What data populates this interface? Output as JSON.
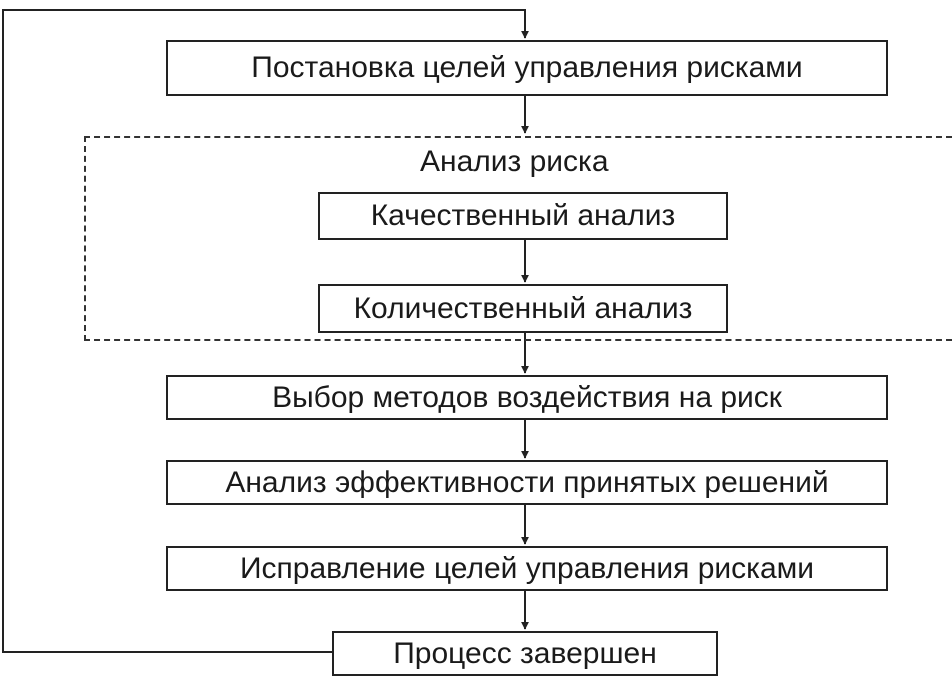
{
  "diagram": {
    "steps": [
      "Постановка целей управления рисками",
      "Выбор методов воздействия на риск",
      "Анализ эффективности принятых решений",
      "Исправление целей управления рисками",
      "Процесс завершен"
    ],
    "risk_analysis": {
      "title": "Анализ риска",
      "substeps": [
        "Качественный анализ",
        "Количественный анализ"
      ]
    }
  }
}
